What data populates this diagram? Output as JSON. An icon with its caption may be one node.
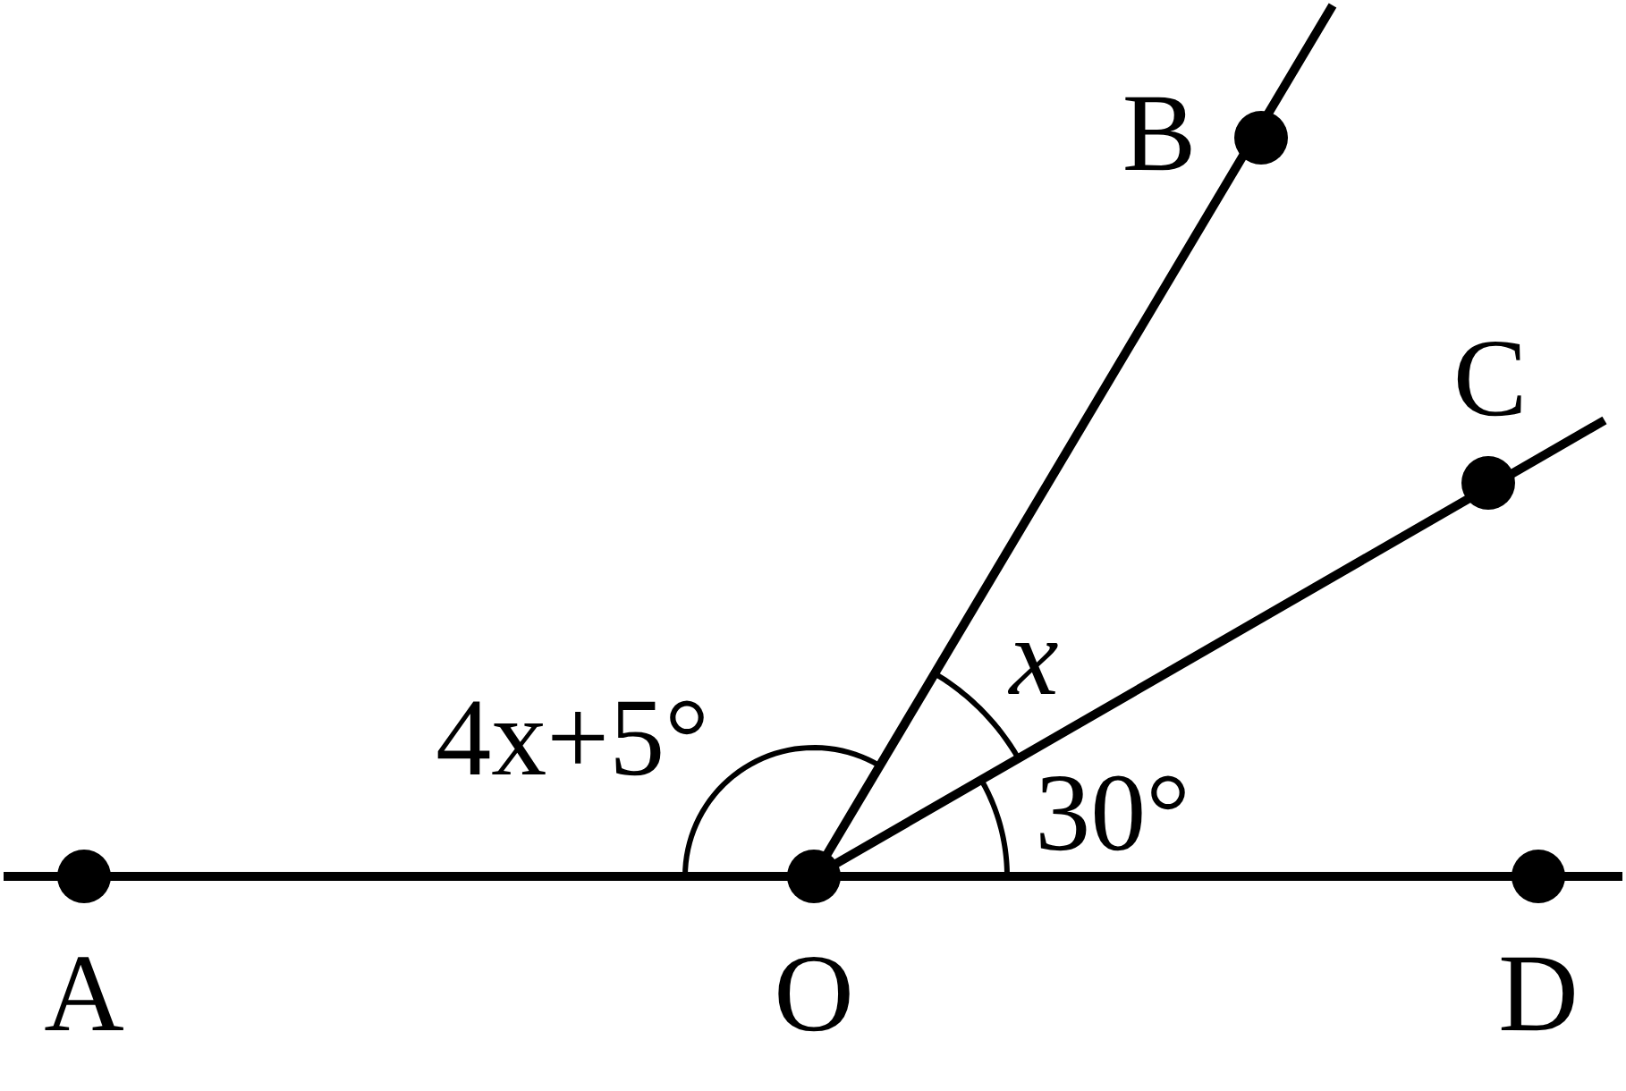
{
  "diagram": {
    "labels": [
      "B",
      "C",
      "x",
      "4x+5°",
      "30°",
      "A",
      "O",
      "D"
    ]
  }
}
